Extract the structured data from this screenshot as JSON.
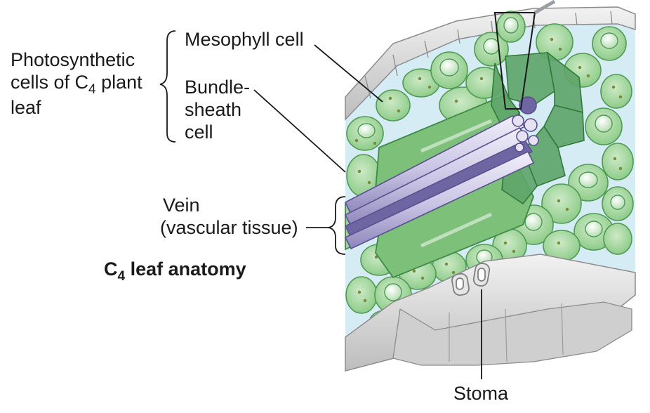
{
  "diagram": {
    "group_label": {
      "line1": "Photosynthetic",
      "line2_prefix": "cells of C",
      "line2_sub": "4",
      "line2_suffix": " plant",
      "line3": "leaf"
    },
    "mesophyll_label": "Mesophyll cell",
    "bundle_sheath_label": {
      "line1": "Bundle-",
      "line2": "sheath",
      "line3": "cell"
    },
    "vein_label": {
      "line1": "Vein",
      "line2": "(vascular tissue)"
    },
    "title": {
      "prefix": "C",
      "sub": "4",
      "suffix": " leaf anatomy"
    },
    "stoma_label": "Stoma"
  },
  "colors": {
    "mesophyll_fill": "#9fd39a",
    "mesophyll_dark": "#4f9a55",
    "bundle_sheath_fill": "#5fa56a",
    "vein_fill": "#c9c4e4",
    "vein_dark": "#5a4f8f",
    "air_space": "#d6ecf4",
    "epidermis": "#d9d9d9"
  }
}
